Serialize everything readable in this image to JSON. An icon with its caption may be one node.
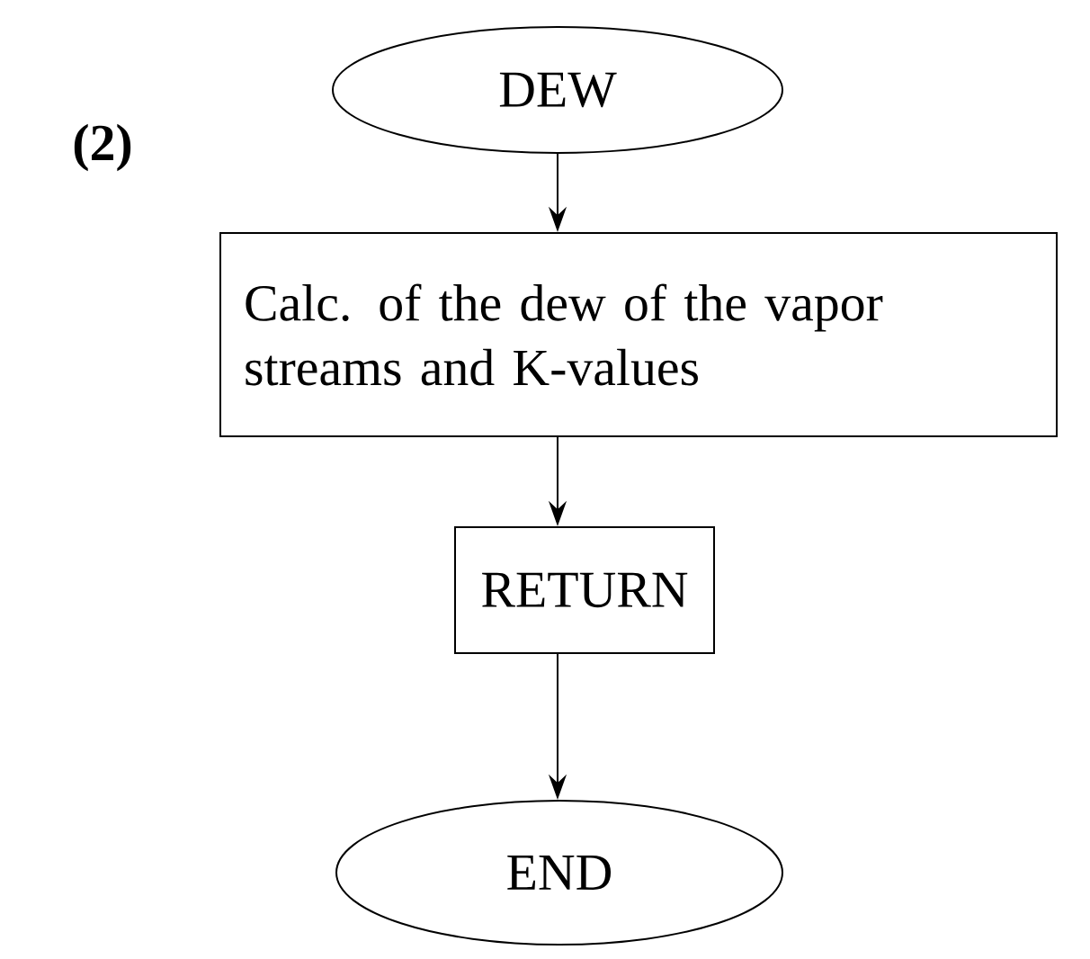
{
  "diagram": {
    "nodes": [
      {
        "text": [
          "DEW"
        ]
      },
      {
        "text": [
          "Calc. of the dew of the vapor streams and K-values"
        ]
      },
      {
        "text": [
          "RETURN"
        ]
      },
      {
        "text": [
          "END"
        ]
      }
    ],
    "edges": [
      {
        "from": 0,
        "to": 1,
        "arrow": "to"
      },
      {
        "from": 1,
        "to": 2,
        "arrow": "to"
      },
      {
        "from": 2,
        "to": 3,
        "arrow": "to"
      }
    ],
    "labels": [
      "(2)"
    ]
  }
}
